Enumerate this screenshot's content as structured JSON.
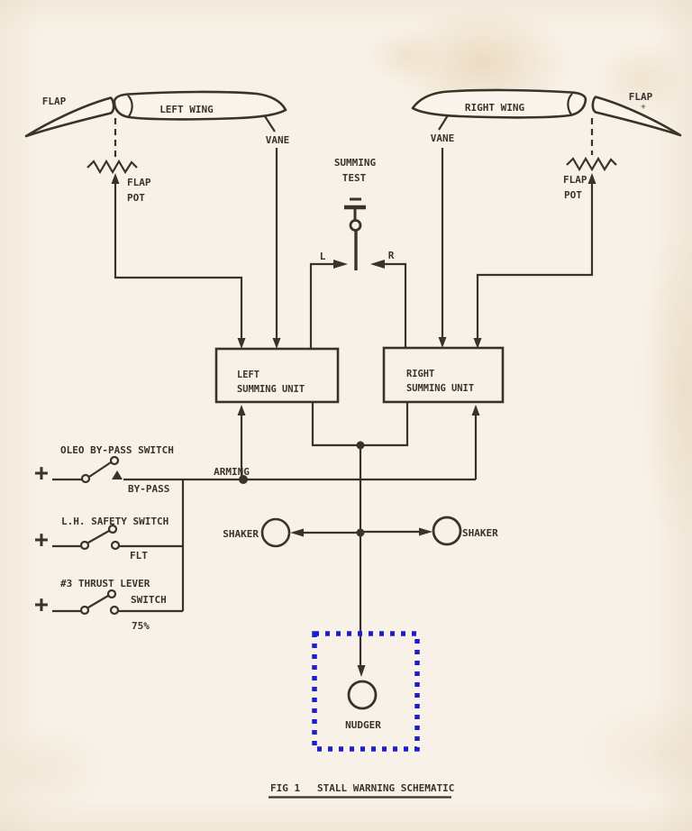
{
  "colors": {
    "ink": "#38332b",
    "paper": "#f8f1e7",
    "blue": "#1d1dcb"
  },
  "wings": {
    "left": {
      "flap": "FLAP",
      "name": "LEFT WING",
      "vane": "VANE",
      "pot_line1": "FLAP",
      "pot_line2": "POT"
    },
    "right": {
      "flap": "FLAP",
      "name": "RIGHT WING",
      "vane": "VANE",
      "pot_line1": "FLAP",
      "pot_line2": "POT",
      "smudge": "+"
    }
  },
  "summing_test": {
    "line1": "SUMMING",
    "line2": "TEST",
    "left": "L",
    "right": "R"
  },
  "units": {
    "left": {
      "line1": "LEFT",
      "line2": "SUMMING UNIT"
    },
    "right": {
      "line1": "RIGHT",
      "line2": "SUMMING UNIT"
    }
  },
  "arming_label": "ARMING",
  "switches": {
    "oleo": {
      "plus": "+",
      "name": "OLEO BY-PASS SWITCH",
      "contact": "BY-PASS"
    },
    "safety": {
      "plus": "+",
      "name": "L.H. SAFETY SWITCH",
      "contact": "FLT"
    },
    "thrust": {
      "plus": "+",
      "name_line1": "#3 THRUST LEVER",
      "name_line2": "SWITCH",
      "contact": "75%"
    }
  },
  "shakers": {
    "left": "SHAKER",
    "right": "SHAKER"
  },
  "nudger_label": "NUDGER",
  "caption": {
    "fig": "FIG 1",
    "title": "STALL WARNING SCHEMATIC"
  }
}
